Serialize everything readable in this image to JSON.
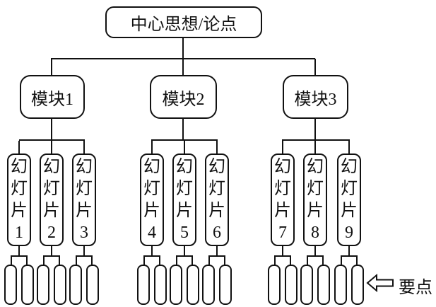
{
  "diagram": {
    "root": {
      "label": "中心思想/论点"
    },
    "modules": [
      {
        "label": "模块1"
      },
      {
        "label": "模块2"
      },
      {
        "label": "模块3"
      }
    ],
    "slides": [
      {
        "label": "幻灯片1"
      },
      {
        "label": "幻灯片2"
      },
      {
        "label": "幻灯片3"
      },
      {
        "label": "幻灯片4"
      },
      {
        "label": "幻灯片5"
      },
      {
        "label": "幻灯片6"
      },
      {
        "label": "幻灯片7"
      },
      {
        "label": "幻灯片8"
      },
      {
        "label": "幻灯片9"
      }
    ],
    "legend": {
      "label": "要点",
      "icon": "left-block-arrow-icon"
    },
    "colors": {
      "stroke": "#111111",
      "background": "#ffffff"
    },
    "keypoint_bars_per_slide": 2
  }
}
